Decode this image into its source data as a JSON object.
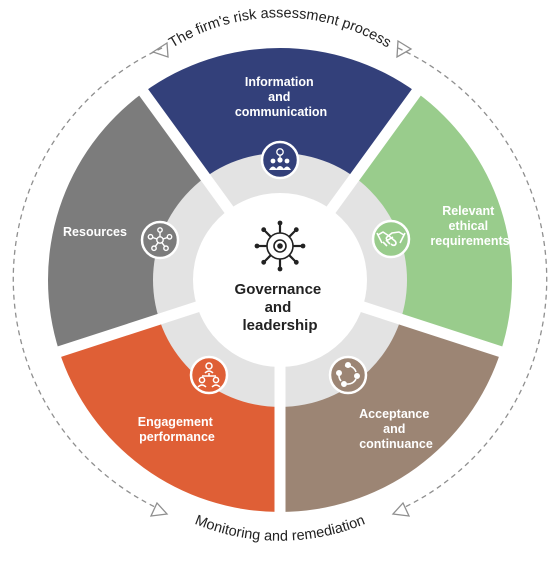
{
  "top_caption": "The firm's risk assessment process",
  "bottom_caption": "Monitoring and remediation",
  "center": {
    "lines": [
      "Governance",
      "and",
      "leadership"
    ],
    "icon": "ship-wheel-icon"
  },
  "segments": [
    {
      "id": "information",
      "lines": [
        "Information",
        "and",
        "communication"
      ],
      "color": "#33407a",
      "icon": "team-idea-icon"
    },
    {
      "id": "ethical",
      "lines": [
        "Relevant",
        "ethical",
        "requirements"
      ],
      "color": "#99cc8c",
      "icon": "handshake-icon"
    },
    {
      "id": "acceptance",
      "lines": [
        "Acceptance",
        "and",
        "continuance"
      ],
      "color": "#9c8574",
      "icon": "cycle-arrows-icon"
    },
    {
      "id": "engagement",
      "lines": [
        "Engagement",
        "performance"
      ],
      "color": "#df5f36",
      "icon": "team-structure-icon"
    },
    {
      "id": "resources",
      "lines": [
        "Resources"
      ],
      "color": "#7c7c7c",
      "icon": "network-hub-icon"
    }
  ],
  "colors": {
    "inner_ring": "#e3e3e3",
    "center_fill": "#ffffff",
    "dashed_arc": "#8f8f8f"
  }
}
